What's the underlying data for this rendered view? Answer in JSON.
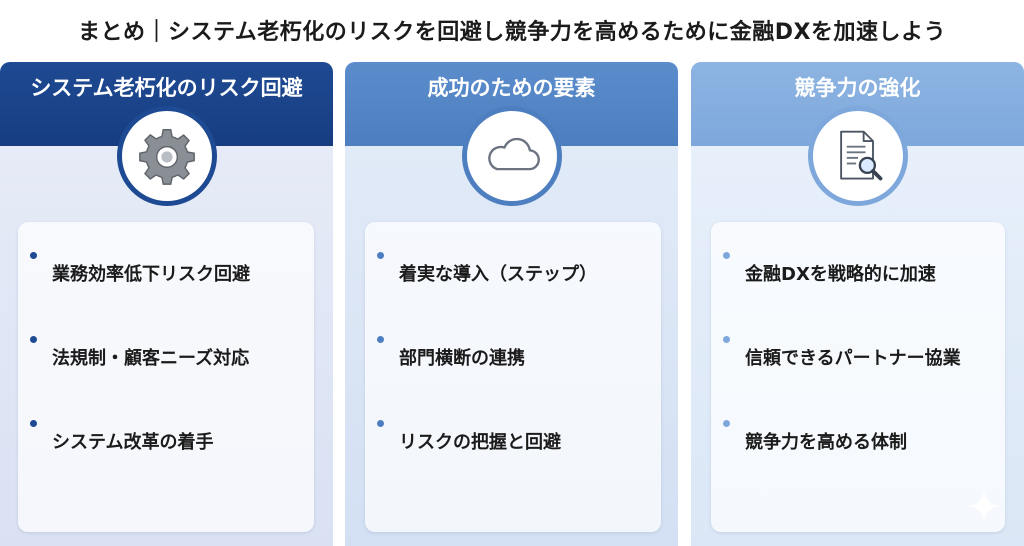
{
  "title": "まとめ｜システム老朽化のリスクを回避し競争力を高めるために金融DXを加速しよう",
  "columns": [
    {
      "heading": "システム老朽化のリスク回避",
      "icon": "gear-icon",
      "color": "#1e4a93",
      "items": [
        "業務効率低下リスク回避",
        "法規制・顧客ニーズ対応",
        "システム改革の着手"
      ]
    },
    {
      "heading": "成功のための要素",
      "icon": "cloud-icon",
      "color": "#4d7fc0",
      "items": [
        "着実な導入（ステップ）",
        "部門横断の連携",
        "リスクの把握と回避"
      ]
    },
    {
      "heading": "競争力の強化",
      "icon": "document-search-icon",
      "color": "#7ea8dc",
      "items": [
        "金融DXを戦略的に加速",
        "信頼できるパートナー協業",
        "競争力を高める体制"
      ]
    }
  ]
}
